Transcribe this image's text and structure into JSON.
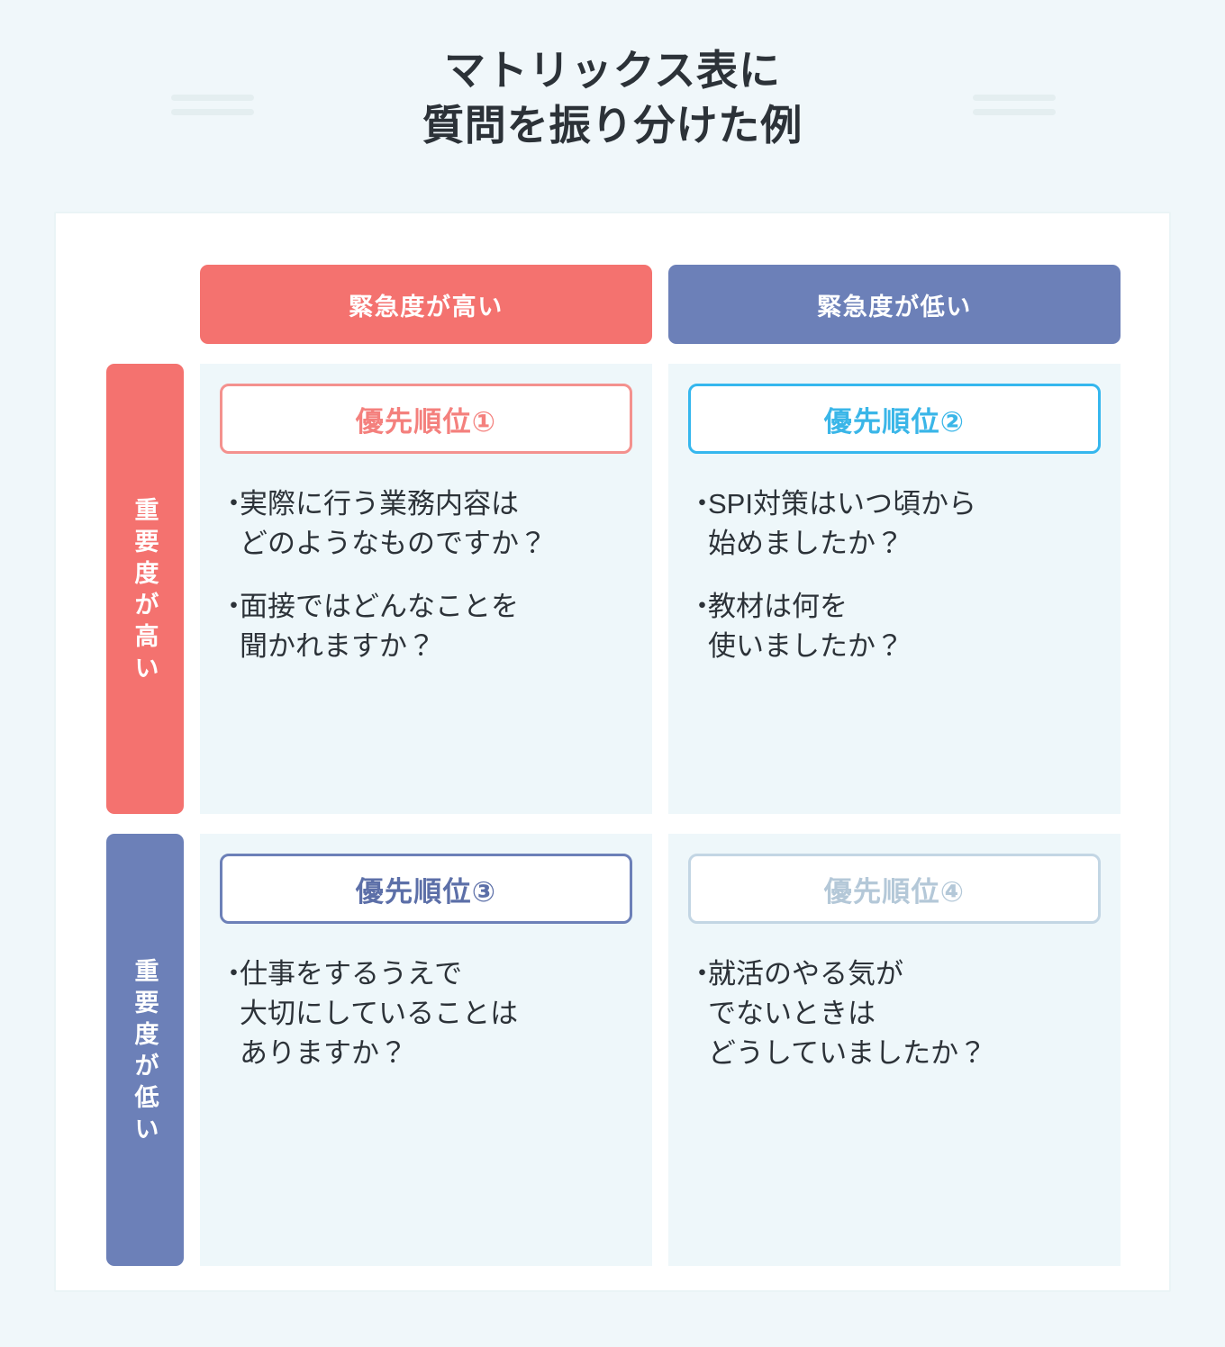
{
  "title": {
    "line1": "マトリックス表に",
    "line2": "質問を振り分けた例"
  },
  "colors": {
    "page_background": "#f0f7fa",
    "urgent_high": "#f4726f",
    "urgent_low": "#6c80b8",
    "cell_background": "#eef7fa",
    "badge_1": "#f4807d",
    "badge_2": "#3ab6e8",
    "badge_3": "#5c6fa8",
    "badge_4": "#b4c8d8",
    "text": "#2c3238"
  },
  "columns": [
    {
      "id": "urgency-high",
      "label": "緊急度が高い"
    },
    {
      "id": "urgency-low",
      "label": "緊急度が低い"
    }
  ],
  "rows": [
    {
      "id": "importance-high",
      "label": "重要度が高い"
    },
    {
      "id": "importance-low",
      "label": "重要度が低い"
    }
  ],
  "quadrants": [
    {
      "id": "q1",
      "badge": "優先順位①",
      "bullet": "・",
      "questions": [
        "実際に行う業務内容は\nどのようなものですか？",
        "面接ではどんなことを\n聞かれますか？"
      ]
    },
    {
      "id": "q2",
      "badge": "優先順位②",
      "bullet": "・",
      "questions": [
        "SPI対策はいつ頃から\n始めましたか？",
        "教材は何を\n使いましたか？"
      ]
    },
    {
      "id": "q3",
      "badge": "優先順位③",
      "bullet": "・",
      "questions": [
        "仕事をするうえで\n大切にしていることは\nありますか？"
      ]
    },
    {
      "id": "q4",
      "badge": "優先順位④",
      "bullet": "・",
      "questions": [
        "就活のやる気が\nでないときは\nどうしていましたか？"
      ]
    }
  ]
}
